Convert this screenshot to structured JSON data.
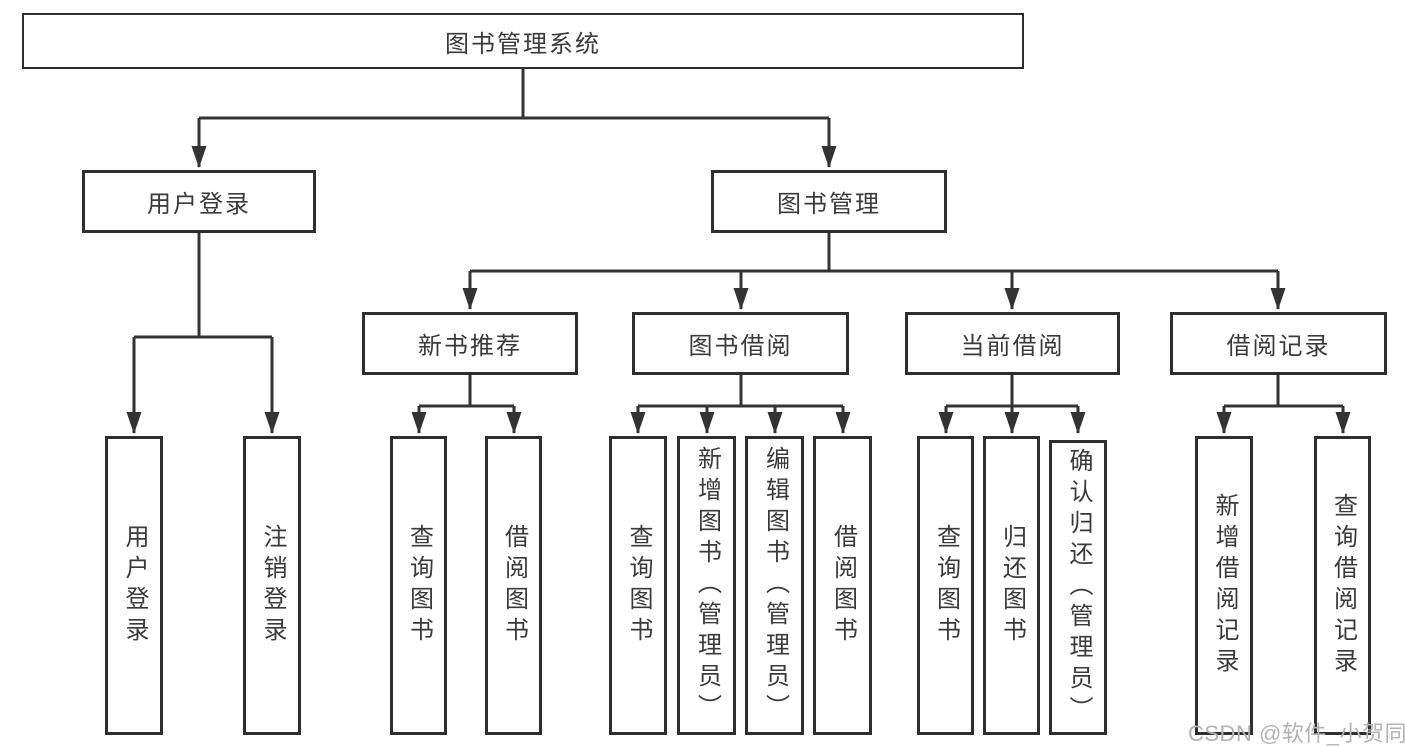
{
  "colors": {
    "line": "#333333",
    "box-border": "#2e2e2e",
    "text": "#3a3a3a",
    "watermark": "#b3b3b3",
    "bg": "#ffffff"
  },
  "tree": {
    "root": {
      "label": "图书管理系统"
    },
    "branches": [
      {
        "label": "用户登录",
        "children": [
          {
            "label": "用户登录"
          },
          {
            "label": "注销登录"
          }
        ]
      },
      {
        "label": "图书管理",
        "children": [
          {
            "label": "新书推荐",
            "children": [
              {
                "label": "查询图书"
              },
              {
                "label": "借阅图书"
              }
            ]
          },
          {
            "label": "图书借阅",
            "children": [
              {
                "label": "查询图书"
              },
              {
                "label": "新增图书（管理员）"
              },
              {
                "label": "编辑图书（管理员）"
              },
              {
                "label": "借阅图书"
              }
            ]
          },
          {
            "label": "当前借阅",
            "children": [
              {
                "label": "查询图书"
              },
              {
                "label": "归还图书"
              },
              {
                "label": "确认归还（管理员）"
              }
            ]
          },
          {
            "label": "借阅记录",
            "children": [
              {
                "label": "新增借阅记录"
              },
              {
                "label": "查询借阅记录"
              }
            ]
          }
        ]
      }
    ]
  },
  "watermark": {
    "text": "CSDN @软件_小贺同学"
  }
}
